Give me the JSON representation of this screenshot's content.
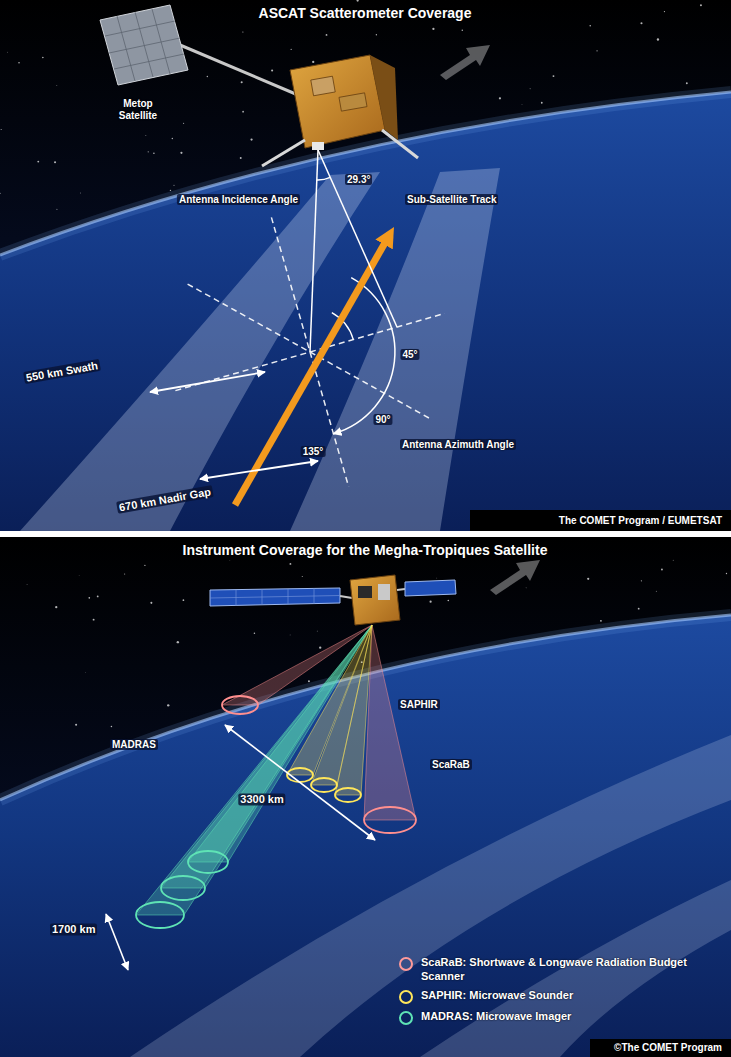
{
  "diagram": {
    "labels": [
      "ASCAT Scatterometer Coverage",
      "Metop Satellite",
      "29.3°",
      "Antenna Incidence Angle",
      "Sub-Satellite Track",
      "45°",
      "90°",
      "550 km Swath",
      "135°",
      "Antenna Azimuth Angle",
      "670 km Nadir Gap",
      "The COMET Program / EUMETSAT",
      "Instrument Coverage for the Megha-Tropiques Satellite",
      "SAPHIR",
      "MADRAS",
      "ScaRaB",
      "3300 km",
      "1700 km",
      "©The COMET Program"
    ],
    "legend": [
      {
        "text": "ScaRaB: Shortwave & Longwave Radiation Budget Scanner"
      },
      {
        "text": "SAPHIR: Microwave Sounder"
      },
      {
        "text": "MADRAS: Microwave Imager"
      }
    ]
  }
}
